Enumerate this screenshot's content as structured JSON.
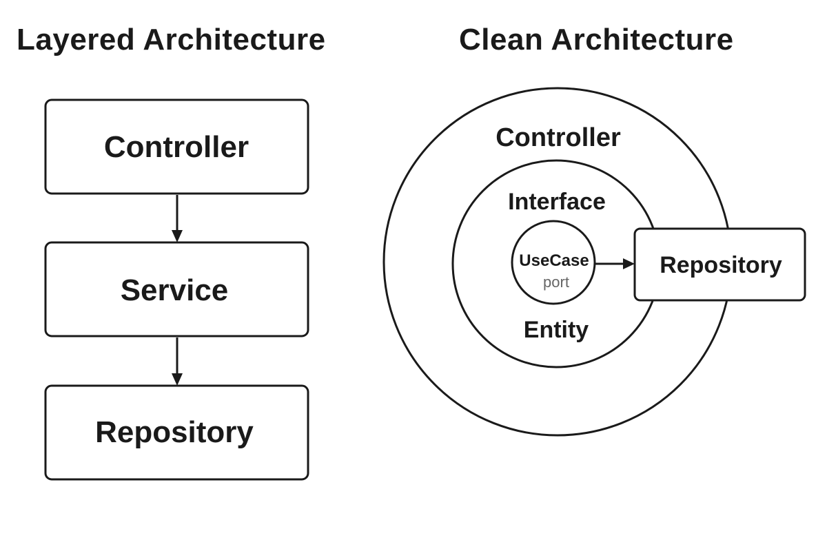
{
  "titles": {
    "left": "Layered Architecture",
    "right": "Clean Architecture"
  },
  "layered": {
    "layers": [
      "Controller",
      "Service",
      "Repository"
    ]
  },
  "clean": {
    "outer_ring": "Controller",
    "middle_ring": "Interface",
    "inner_core_top": "UseCase",
    "inner_core_bottom": "port",
    "middle_ring_bottom": "Entity",
    "external_box": "Repository"
  },
  "colors": {
    "ink": "#1a1a1a",
    "port_text": "#666666",
    "background": "#ffffff"
  }
}
